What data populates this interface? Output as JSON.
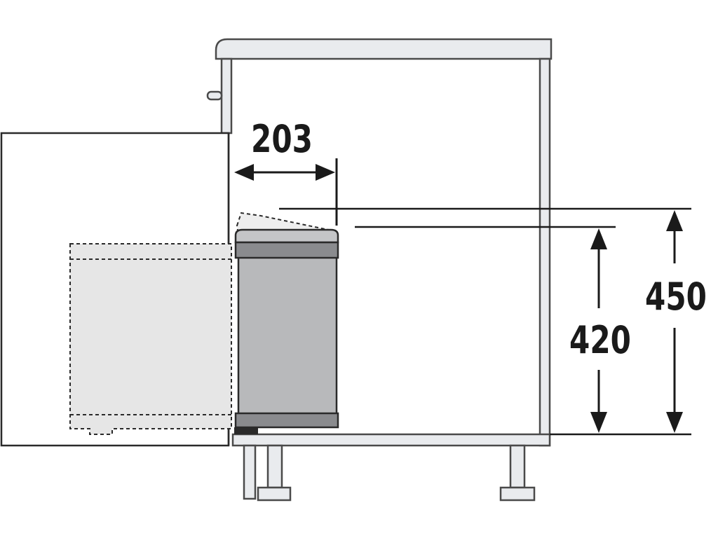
{
  "dimensions": {
    "width_mm": "203",
    "height_bin_mm": "420",
    "height_total_mm": "450"
  },
  "colors": {
    "line": "#1a1a1a",
    "cabinet_fill": "#e9ebee",
    "cabinet_edge": "#4a4a4a",
    "bin_fill": "#b8b9bb",
    "bin_dark": "#8a8b8e",
    "door_fill": "#ffffff",
    "ghost_fill": "#e6e6e6"
  }
}
